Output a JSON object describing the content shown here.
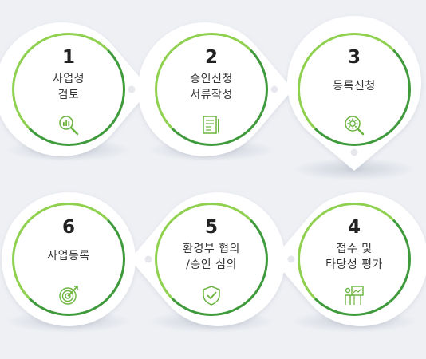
{
  "colors": {
    "background": "#eef0f4",
    "ring_light": "#8fd14f",
    "ring_dark": "#3e9a3a",
    "icon": "#6ab43f"
  },
  "steps": [
    {
      "number": "1",
      "label_lines": [
        "사업성",
        "검토"
      ],
      "icon": "magnifier-chart-icon"
    },
    {
      "number": "2",
      "label_lines": [
        "승인신청",
        "서류작성"
      ],
      "icon": "document-pen-icon"
    },
    {
      "number": "3",
      "label_lines": [
        "등록신청"
      ],
      "icon": "magnifier-gear-icon"
    },
    {
      "number": "4",
      "label_lines": [
        "접수 및",
        "타당성 평가"
      ],
      "icon": "presentation-icon"
    },
    {
      "number": "5",
      "label_lines": [
        "환경부 협의",
        "/승인 심의"
      ],
      "icon": "shield-check-icon"
    },
    {
      "number": "6",
      "label_lines": [
        "사업등록"
      ],
      "icon": "target-arrow-icon"
    }
  ]
}
